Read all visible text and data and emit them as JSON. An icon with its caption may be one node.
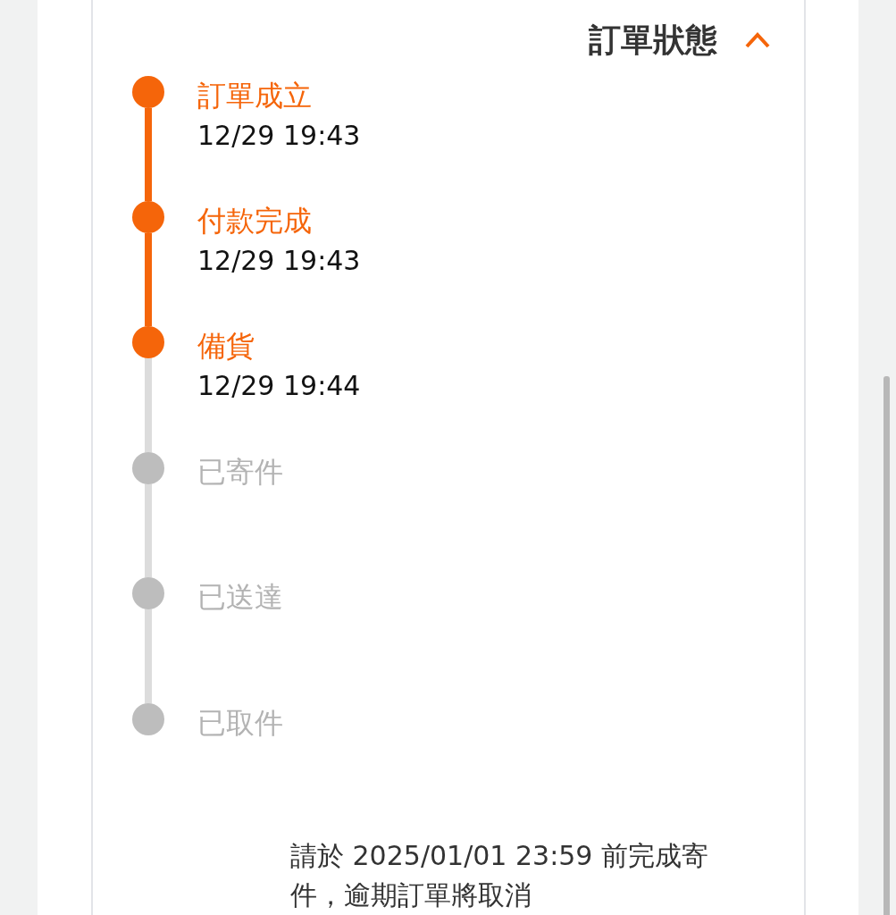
{
  "diagram": {
    "title": "訂單狀態",
    "nodes": [
      {
        "text": [],
        "shape": "circle",
        "beside": [
          "訂單成立",
          "12/29 19:43"
        ]
      },
      {
        "text": [],
        "shape": "circle",
        "beside": [
          "付款完成",
          "12/29 19:43"
        ]
      },
      {
        "text": [],
        "shape": "circle",
        "beside": [
          "備貨",
          "12/29 19:44"
        ]
      },
      {
        "text": [],
        "shape": "circle",
        "beside": [
          "已寄件"
        ]
      },
      {
        "text": [],
        "shape": "circle",
        "beside": [
          "已送達"
        ]
      },
      {
        "text": [],
        "shape": "circle",
        "beside": [
          "已取件"
        ]
      }
    ],
    "edges": [
      {
        "from": 0,
        "to": 1,
        "arrow": "none",
        "color": "#f5650a"
      },
      {
        "from": 1,
        "to": 2,
        "arrow": "none",
        "color": "#f5650a"
      },
      {
        "from": 2,
        "to": 3,
        "arrow": "none"
      },
      {
        "from": 3,
        "to": 4,
        "arrow": "none"
      },
      {
        "from": 4,
        "to": 5,
        "arrow": "none"
      }
    ],
    "labels": [
      "請於 2025/01/01 23:59 前完成寄件，逾期訂單將取消"
    ]
  }
}
